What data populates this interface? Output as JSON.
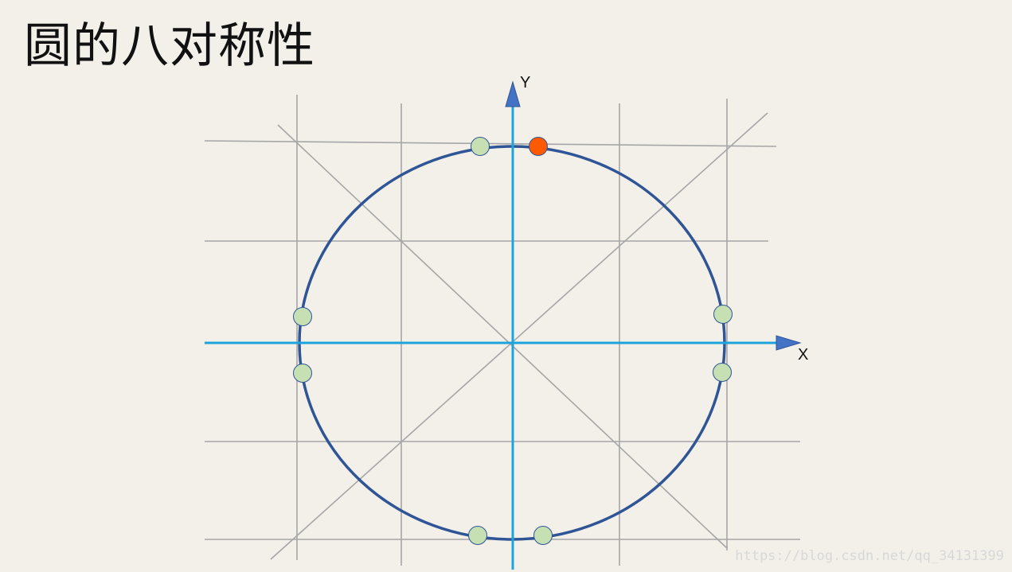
{
  "title": "圆的八对称性",
  "axes": {
    "x_label": "X",
    "y_label": "Y",
    "axis_color": "#1fa3dc",
    "arrow_color": "#4472c4"
  },
  "circle": {
    "stroke_color": "#2f5597"
  },
  "points": {
    "highlight_color": "#ff5a00",
    "symmetric_color": "#c6e0b4",
    "outline_color": "#2f5597"
  },
  "grid": {
    "line_color": "#a6a6a6"
  },
  "watermark": "https://blog.csdn.net/qq_34131399"
}
